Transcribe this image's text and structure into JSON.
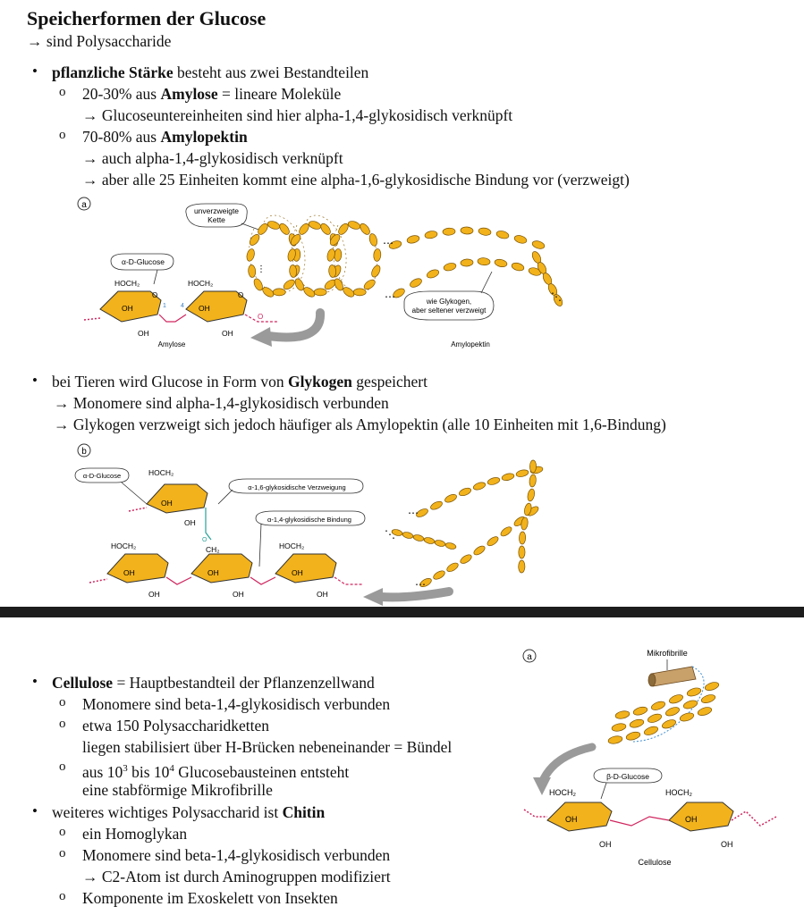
{
  "title": "Speicherformen der Glucose",
  "subtitle": "→ sind Polysaccharide",
  "starch": {
    "bullet_bold": "pflanzliche Stärke",
    "bullet_rest": " besteht aus zwei Bestandteilen",
    "amylose_pre": "20-30% aus ",
    "amylose_bold": "Amylose",
    "amylose_rest": " = lineare Moleküle",
    "amylose_sub": "→ Glucoseuntereinheiten sind hier alpha-1,4-glykosidisch verknüpft",
    "amylopektin_pre": "70-80% aus ",
    "amylopektin_bold": "Amylopektin",
    "amylopektin_sub1": "→ auch alpha-1,4-glykosidisch verknüpft",
    "amylopektin_sub2": "→ aber alle 25 Einheiten kommt eine alpha-1,6-glykosidische Bindung vor (verzweigt)"
  },
  "figure_a": {
    "label": "a",
    "callout_chain": [
      "unverzweigte",
      "Kette"
    ],
    "callout_glucose": "α-D-Glucose",
    "hoch2": "HOCH₂",
    "oh": "OH",
    "amylose": "Amylose",
    "amylopektin": "Amylopektin",
    "callout_glykogen": [
      "wie Glykogen,",
      "aber seltener verzweigt"
    ],
    "num1": "1",
    "num4": "4"
  },
  "glycogen": {
    "line1_pre": "bei Tieren wird Glucose in Form von ",
    "line1_bold": "Glykogen",
    "line1_rest": " gespeichert",
    "line2": "→ Monomere sind alpha-1,4-glykosidisch verbunden",
    "line3": "→ Glykogen verzweigt sich jedoch häufiger als Amylopektin (alle 10 Einheiten mit 1,6-Bindung)"
  },
  "figure_b": {
    "label": "b",
    "callout_glucose": "α-D-Glucose",
    "callout_16": "α-1,6-glykosidische Verzweigung",
    "callout_14": "α-1,4-glykosidische Bindung",
    "hoch2": "HOCH₂",
    "ch2": "CH₂",
    "oh": "OH",
    "o": "O"
  },
  "cellulose": {
    "line1_bold": "Cellulose",
    "line1_rest": " = Hauptbestandteil der Pflanzenzellwand",
    "line2": "Monomere sind beta-1,4-glykosidisch verbunden",
    "line3": "etwa 150 Polysaccharidketten",
    "line4": "liegen stabilisiert über H-Brücken nebeneinander = Bündel",
    "line5_pre": "aus 10",
    "line5_sup1": "3",
    "line5_mid": " bis 10",
    "line5_sup2": "4",
    "line5_rest": " Glucosebausteinen entsteht",
    "line6": "eine stabförmige Mikrofibrille",
    "chitin_pre": "weiteres wichtiges Polysaccharid ist ",
    "chitin_bold": "Chitin",
    "chitin1": "ein Homoglykan",
    "chitin2": "Monomere sind beta-1,4-glykosidisch verbunden",
    "chitin3": "→ C2-Atom ist durch Aminogruppen modifiziert",
    "chitin4": "Komponente im Exoskelett von Insekten"
  },
  "figure_c": {
    "label": "a",
    "mikrofibrille": "Mikrofibrille",
    "callout_glucose": "β-D-Glucose",
    "hoch2": "HOCH₂",
    "oh": "OH",
    "cellulose": "Cellulose"
  },
  "colors": {
    "sugar": "#f2b21b",
    "outline": "#333333",
    "link": "#d0245e",
    "arrow": "#9a9a9a"
  }
}
